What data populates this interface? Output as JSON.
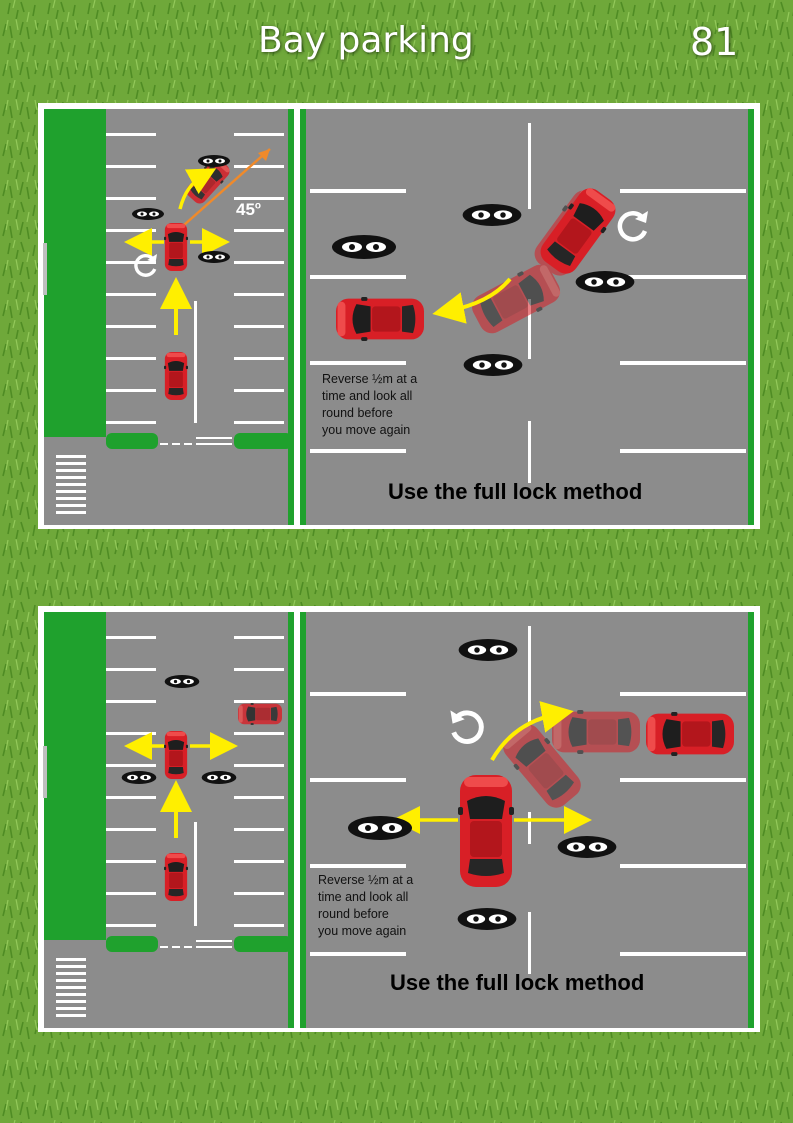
{
  "page": {
    "title": "Bay parking",
    "number": "81"
  },
  "colors": {
    "grass": "#6fa83a",
    "verge": "#1fa12d",
    "tarmac": "#8c8c8c",
    "car": "#d81f26",
    "arrow": "#ffef00",
    "angle_line": "#f08a2a"
  },
  "icons": [
    "mirror-eyes-icon",
    "rotate-arrow-icon",
    "zebra-crossing-icon",
    "arrow-icon"
  ],
  "panels": [
    {
      "angle_label": "45",
      "note": "Reverse ½m at a\ntime and look all\nround before\nyou move again",
      "method": "Use the full lock method"
    },
    {
      "note": "Reverse ½m at a\ntime and look all\nround before\nyou move again",
      "method": "Use the full lock method"
    }
  ]
}
